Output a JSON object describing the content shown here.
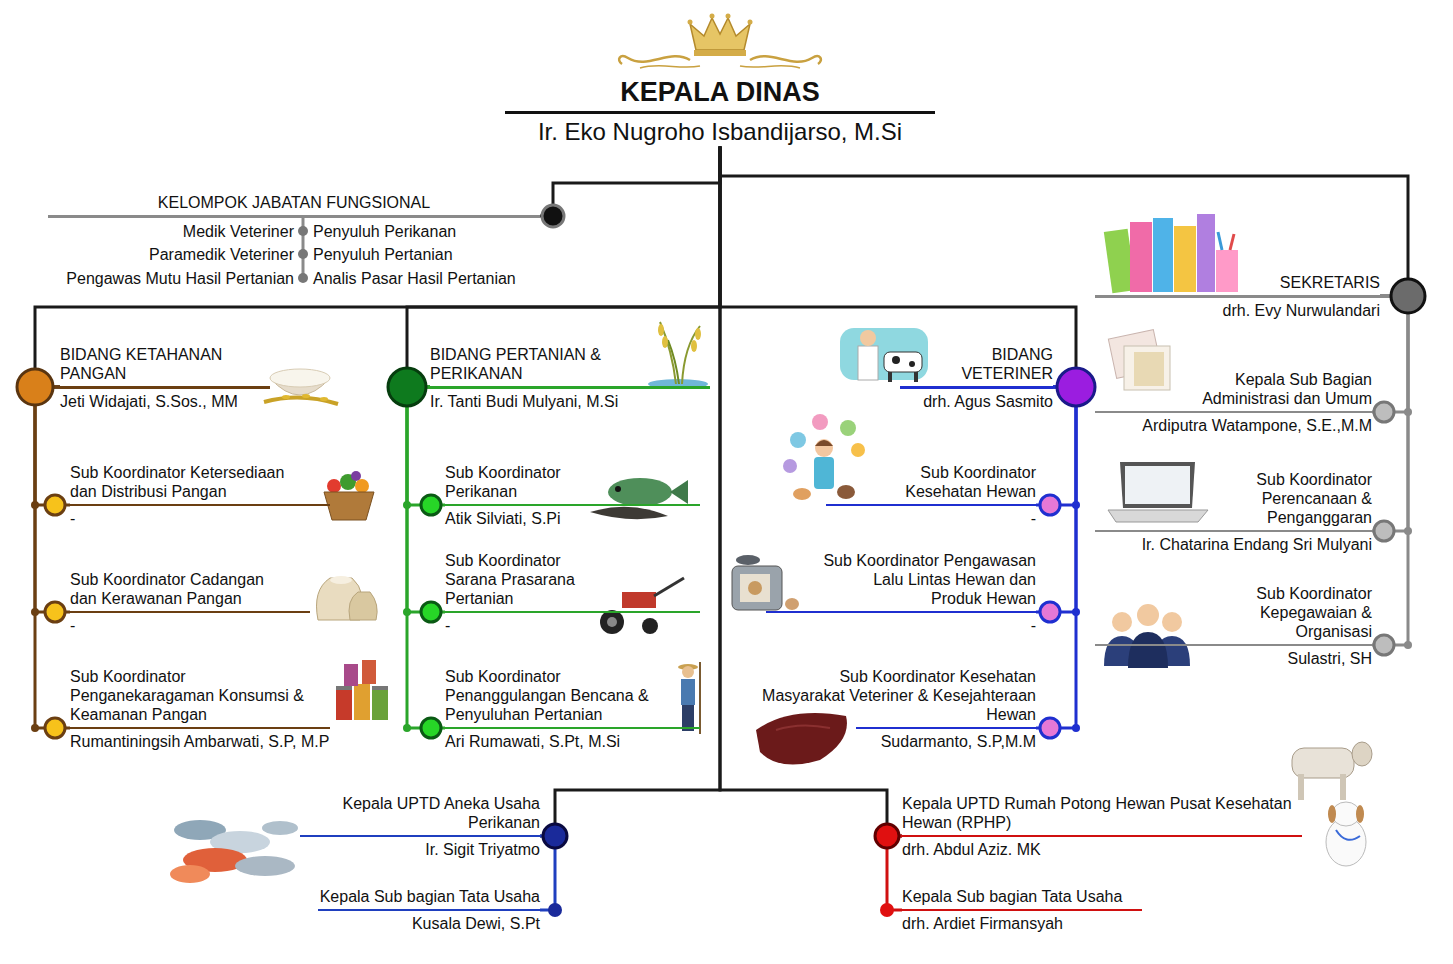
{
  "diagram": {
    "nodes": [
      {
        "text": [
          "KEPALA DINAS",
          "Ir. Eko Nugroho Isbandijarso, M.Si"
        ]
      },
      {
        "text": [
          "KELOMPOK JABATAN FUNGSIONAL"
        ]
      },
      {
        "text": [
          "SEKRETARIS",
          "drh. Evy Nurwulandari"
        ]
      },
      {
        "text": [
          "BIDANG KETAHANAN PANGAN",
          "Jeti Widajati, S.Sos., MM"
        ]
      },
      {
        "text": [
          "Sub Koordinator Ketersediaan dan Distribusi Pangan",
          "-"
        ]
      },
      {
        "text": [
          "Sub Koordinator Cadangan dan Kerawanan Pangan",
          "-"
        ]
      },
      {
        "text": [
          "Sub Koordinator Penganekaragaman Konsumsi & Keamanan Pangan",
          "Rumantiningsih Ambarwati, S.P, M.P"
        ]
      },
      {
        "text": [
          "BIDANG PERTANIAN & PERIKANAN",
          "Ir. Tanti Budi Mulyani, M.Si"
        ]
      },
      {
        "text": [
          "Sub Koordinator Perikanan",
          "Atik Silviati, S.Pi"
        ]
      },
      {
        "text": [
          "Sub Koordinator Sarana Prasarana Pertanian",
          "-"
        ]
      },
      {
        "text": [
          "Sub Koordinator Penanggulangan Bencana & Penyuluhan Pertanian",
          "Ari Rumawati, S.Pt, M.Si"
        ]
      },
      {
        "text": [
          "BIDANG VETERINER",
          "drh. Agus Sasmito"
        ]
      },
      {
        "text": [
          "Sub Koordinator Kesehatan Hewan",
          "-"
        ]
      },
      {
        "text": [
          "Sub Koordinator Pengawasan Lalu Lintas Hewan dan Produk Hewan",
          "-"
        ]
      },
      {
        "text": [
          "Sub Koordinator Kesehatan Masyarakat Veteriner & Kesejahteraan Hewan",
          "Sudarmanto, S.P,M.M"
        ]
      },
      {
        "text": [
          "Kepala Sub Bagian Administrasi dan Umum",
          "Ardiputra Watampone, S.E.,M.M"
        ]
      },
      {
        "text": [
          "Sub Koordinator Perencanaan & Penganggaran",
          "Ir. Chatarina Endang Sri Mulyani"
        ]
      },
      {
        "text": [
          "Sub Koordinator Kepegawaian & Organisasi",
          "Sulastri, SH"
        ]
      },
      {
        "text": [
          "Kepala UPTD Aneka Usaha Perikanan",
          "Ir. Sigit Triyatmo"
        ]
      },
      {
        "text": [
          "Kepala Sub bagian Tata Usaha",
          "Kusala Dewi, S.Pt"
        ]
      },
      {
        "text": [
          "Kepala UPTD Rumah Potong Hewan Pusat Kesehatan Hewan (RPHP)",
          "drh. Abdul Aziz. MK"
        ]
      },
      {
        "text": [
          "Kepala Sub bagian Tata Usaha",
          "drh. Ardiet Firmansyah"
        ]
      }
    ],
    "edges": [
      {
        "from": 0,
        "to": 1,
        "arrow": "none"
      },
      {
        "from": 0,
        "to": 2,
        "arrow": "none"
      },
      {
        "from": 0,
        "to": 3,
        "arrow": "none"
      },
      {
        "from": 0,
        "to": 7,
        "arrow": "none"
      },
      {
        "from": 0,
        "to": 11,
        "arrow": "none"
      },
      {
        "from": 0,
        "to": 18,
        "arrow": "none"
      },
      {
        "from": 0,
        "to": 20,
        "arrow": "none"
      },
      {
        "from": 2,
        "to": 15,
        "arrow": "none"
      },
      {
        "from": 2,
        "to": 16,
        "arrow": "none"
      },
      {
        "from": 2,
        "to": 17,
        "arrow": "none"
      },
      {
        "from": 3,
        "to": 4,
        "arrow": "none"
      },
      {
        "from": 3,
        "to": 5,
        "arrow": "none"
      },
      {
        "from": 3,
        "to": 6,
        "arrow": "none"
      },
      {
        "from": 7,
        "to": 8,
        "arrow": "none"
      },
      {
        "from": 7,
        "to": 9,
        "arrow": "none"
      },
      {
        "from": 7,
        "to": 10,
        "arrow": "none"
      },
      {
        "from": 11,
        "to": 12,
        "arrow": "none"
      },
      {
        "from": 11,
        "to": 13,
        "arrow": "none"
      },
      {
        "from": 11,
        "to": 14,
        "arrow": "none"
      },
      {
        "from": 18,
        "to": 19,
        "arrow": "none"
      },
      {
        "from": 20,
        "to": 21,
        "arrow": "none"
      }
    ],
    "labels": [
      "Medik Veteriner",
      "Paramedik Veteriner",
      "Pengawas Mutu Hasil Pertanian",
      "Penyuluh Perikanan",
      "Penyuluh Pertanian",
      "Analis Pasar Hasil Pertanian"
    ]
  }
}
